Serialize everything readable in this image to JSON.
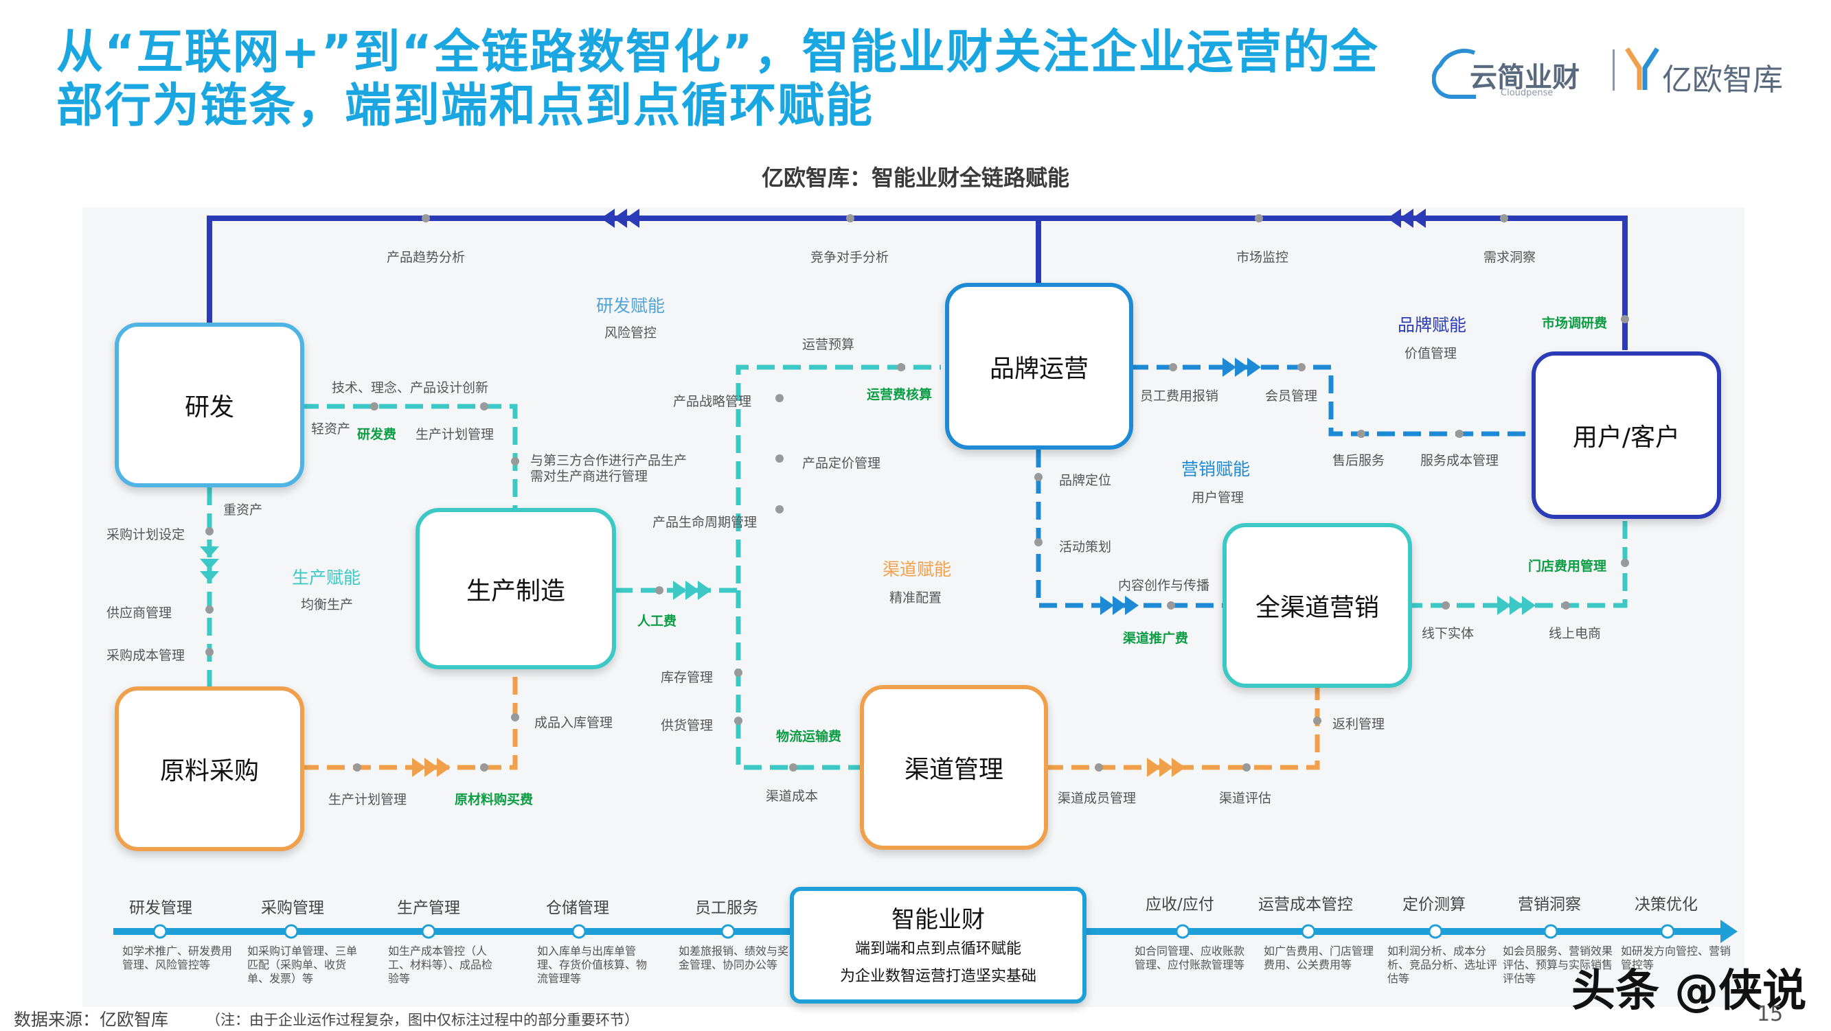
{
  "title": "从“互联网+”到“全链路数智化”，智能业财关注企业运营的全部行为链条，端到端和点到点循环赋能",
  "logos": {
    "cloudpense_cn": "云简业财",
    "cloudpense_en": "Cloudpense",
    "yiou": "亿欧智库"
  },
  "subtitle": "亿欧智库：智能业财全链路赋能",
  "colors": {
    "title": "#1aa6e0",
    "navy": "#2b3ab7",
    "cyan": "#3cc9c6",
    "blue": "#1e8ad6",
    "orange": "#f0a04b",
    "green": "#0a9d44"
  },
  "nodes": {
    "rnd": "研发",
    "production": "生产制造",
    "procurement": "原料采购",
    "brand": "品牌运营",
    "channel_mgmt": "渠道管理",
    "omni": "全渠道营销",
    "customer": "用户/客户"
  },
  "sections": {
    "rnd": {
      "title": "研发赋能",
      "sub": "风险管控"
    },
    "production": {
      "title": "生产赋能",
      "sub": "均衡生产"
    },
    "channel": {
      "title": "渠道赋能",
      "sub": "精准配置"
    },
    "brand": {
      "title": "品牌赋能",
      "sub": "价值管理"
    },
    "marketing": {
      "title": "营销赋能",
      "sub": "用户管理"
    }
  },
  "labels": {
    "top1": "产品趋势分析",
    "top2": "竞争对手分析",
    "top3": "市场监控",
    "top4": "需求洞察",
    "light_asset": "轻资产",
    "rnd_fee": "研发费",
    "tech": "技术、理念、产品设计创新",
    "prod_plan": "生产计划管理",
    "heavy_asset": "重资产",
    "purchase_plan": "采购计划设定",
    "supplier": "供应商管理",
    "purchase_cost": "采购成本管理",
    "third_party": "与第三方合作进行产品生产需对生产商进行管理",
    "prod_plan2": "生产计划管理",
    "material_fee": "原材料购买费",
    "warehouse_in": "成品入库管理",
    "labor_fee": "人工费",
    "ops_budget": "运营预算",
    "ops_fee": "运营费核算",
    "strategy": "产品战略管理",
    "pricing": "产品定价管理",
    "lifecycle": "产品生命周期管理",
    "inventory": "库存管理",
    "supply": "供货管理",
    "logistics_fee": "物流运输费",
    "channel_cost": "渠道成本",
    "staff_expense": "员工费用报销",
    "member": "会员管理",
    "after_sales": "售后服务",
    "service_cost": "服务成本管理",
    "market_research_fee": "市场调研费",
    "positioning": "品牌定位",
    "activity": "活动策划",
    "content": "内容创作与传播",
    "promo_fee": "渠道推广费",
    "offline": "线下实体",
    "online": "线上电商",
    "store_fee": "门店费用管理",
    "rebate": "返利管理",
    "partner_mgmt": "渠道成员管理",
    "channel_eval": "渠道评估"
  },
  "timeline": {
    "left": [
      {
        "head": "研发管理",
        "desc": "如学术推广、研发费用管理、风险管控等"
      },
      {
        "head": "采购管理",
        "desc": "如采购订单管理、三单匹配（采购单、收货单、发票）等"
      },
      {
        "head": "生产管理",
        "desc": "如生产成本管控（人工、材料等）、成品检验等"
      },
      {
        "head": "仓储管理",
        "desc": "如入库单与出库单管理、存货价值核算、物流管理等"
      },
      {
        "head": "员工服务",
        "desc": "如差旅报销、绩效与奖金管理、协同办公等"
      }
    ],
    "right": [
      {
        "head": "应收/应付",
        "desc": "如合同管理、应收账款管理、应付账款管理等"
      },
      {
        "head": "运营成本管控",
        "desc": "如广告费用、门店管理费用、公关费用等"
      },
      {
        "head": "定价测算",
        "desc": "如利润分析、成本分析、竞品分析、选址评估等"
      },
      {
        "head": "营销洞察",
        "desc": "如会员服务、营销效果评估、预算与实际销售评估等"
      },
      {
        "head": "决策优化",
        "desc": "如研发方向管控、营销管控等"
      }
    ],
    "center": {
      "title": "智能业财",
      "line1": "端到端和点到点循环赋能",
      "line2": "为企业数智运营打造坚实基础"
    }
  },
  "footer": {
    "source": "数据来源：亿欧智库",
    "note": "（注：由于企业运作过程复杂，图中仅标注过程中的部分重要环节）"
  },
  "watermark": "头条 @侠说",
  "page_number": "15"
}
